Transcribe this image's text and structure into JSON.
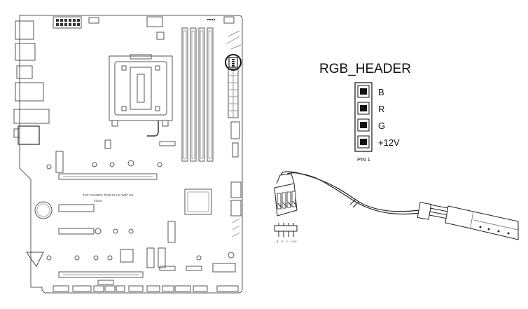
{
  "header": {
    "title": "RGB_HEADER",
    "pins": [
      {
        "label": "B"
      },
      {
        "label": "R"
      },
      {
        "label": "G"
      },
      {
        "label": "+12V"
      }
    ],
    "pin1_label": "PIN 1"
  },
  "board": {
    "model_text": "TUF GAMING Z790-PLUS WIFI D4",
    "brand_text": "/ISUS"
  },
  "cable": {
    "plug_pin_labels": [
      "B",
      "R",
      "G",
      "+12V"
    ]
  }
}
